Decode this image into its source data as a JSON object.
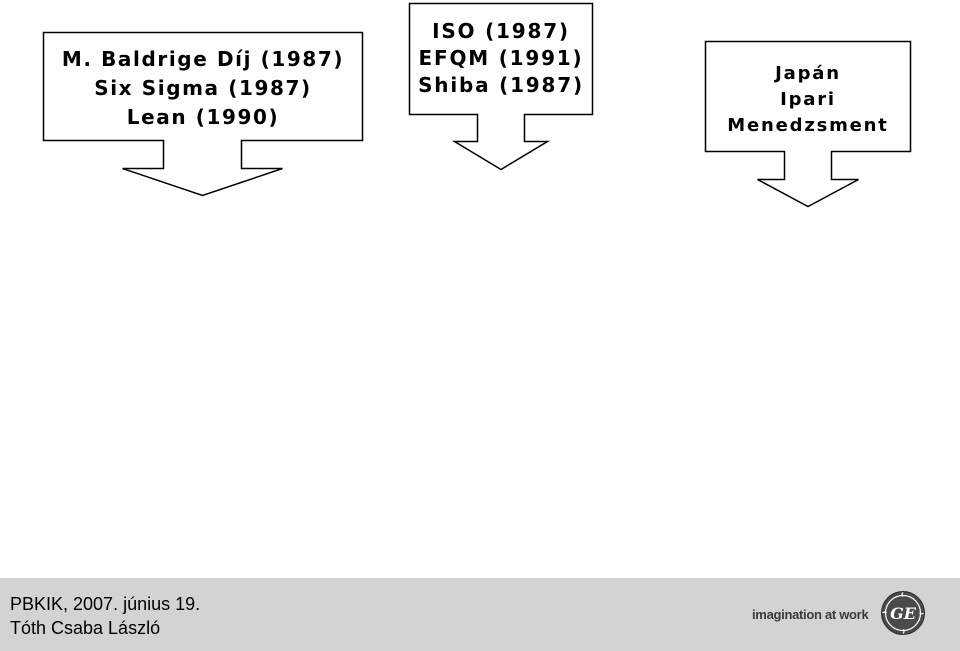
{
  "callouts": [
    {
      "lines": [
        "M. Baldrige Díj (1987)",
        "Six Sigma (1987)",
        "Lean (1990)"
      ]
    },
    {
      "lines": [
        "ISO (1987)",
        "EFQM (1991)",
        "Shiba (1987)"
      ]
    },
    {
      "lines": [
        "Japán",
        "Ipari",
        "Menedzsment"
      ]
    }
  ],
  "footer": {
    "line1": "PBKIK, 2007. június 19.",
    "line2": "Tóth Csaba László",
    "tagline": "imagination at work",
    "logo_text": "GE",
    "background_color": "#d3d3d3"
  }
}
